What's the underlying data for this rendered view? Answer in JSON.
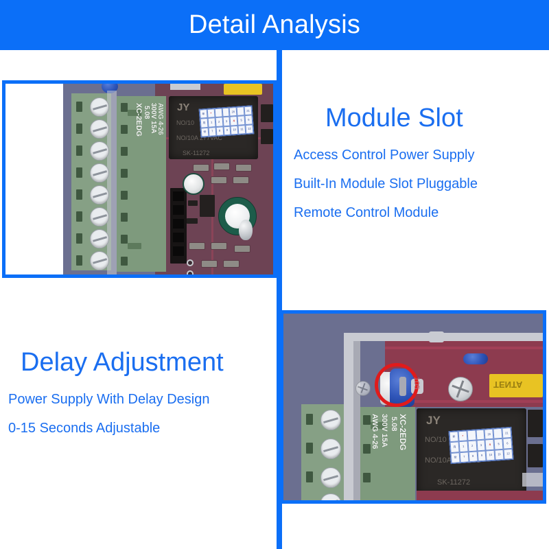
{
  "page": {
    "title": "Detail Analysis",
    "accent_color": "#0b6ff8",
    "text_color": "#1a6ef0",
    "background": "#ffffff"
  },
  "header": {
    "title": "Detail Analysis"
  },
  "sections": {
    "module_slot": {
      "heading": "Module Slot",
      "lines": [
        "Access Control Power Supply",
        "Built-In Module Slot Pluggable",
        "Remote Control Module"
      ]
    },
    "delay_adjustment": {
      "heading": "Delay Adjustment",
      "lines": [
        "Power Supply With Delay Design",
        "0-15 Seconds Adjustable"
      ]
    }
  },
  "photos": {
    "top_left": {
      "name": "module-slot-photo",
      "alt": "Close-up of access control power supply PCB showing green screw terminal block, pluggable module slot header pins and black relay",
      "case_color": "#6b6f90",
      "pcb_color": "#6d4354",
      "terminal_color": "#86a085",
      "relay_color": "#2b2826",
      "labels": {
        "connector_brand": "XC-2EDG",
        "connector_pitch": "5.08",
        "connector_rating": "300V 15A",
        "connector_wire": "AWG 4-26",
        "relay_brand": "JY",
        "relay_rating_1": "NO/10",
        "relay_rating_2": "NO/10A 277VAC",
        "relay_part": "SK-11272"
      },
      "date_sticker": {
        "col_header": [
          "20",
          "21"
        ],
        "row1": [
          "1",
          "2",
          "3",
          "4",
          "5",
          "6"
        ],
        "row2": [
          "7",
          "8",
          "9",
          "10",
          "11",
          "12"
        ],
        "marked_year": "20",
        "marked_month": "4"
      }
    },
    "bottom_right": {
      "name": "delay-adjustment-photo",
      "alt": "Close-up of power supply interior showing blue delay adjustment potentiometer highlighted with a red circle",
      "case_color": "#6b6f90",
      "pcb_color": "#8d3b4f",
      "annotation": {
        "shape": "circle",
        "color": "#e01b1b",
        "target": "blue delay potentiometer"
      },
      "labels": {
        "connector_brand": "XC-2EDG",
        "connector_pitch": "5.08",
        "connector_rating": "300V 15A",
        "connector_wire": "AWG 4-26",
        "relay_brand": "JY",
        "relay_rating_1": "NO/10",
        "relay_rating_2": "NO/10A 277VAC",
        "relay_part": "SK-11272",
        "yellow_cap": "TENTA",
        "pcb_mark": "105"
      },
      "date_sticker": {
        "col_header": [
          "20",
          "21"
        ],
        "row1": [
          "1",
          "2",
          "3",
          "4",
          "5",
          "6"
        ],
        "row2": [
          "7",
          "8",
          "9",
          "10",
          "11",
          "12"
        ],
        "marked_year": "20",
        "marked_month": "4"
      }
    }
  }
}
